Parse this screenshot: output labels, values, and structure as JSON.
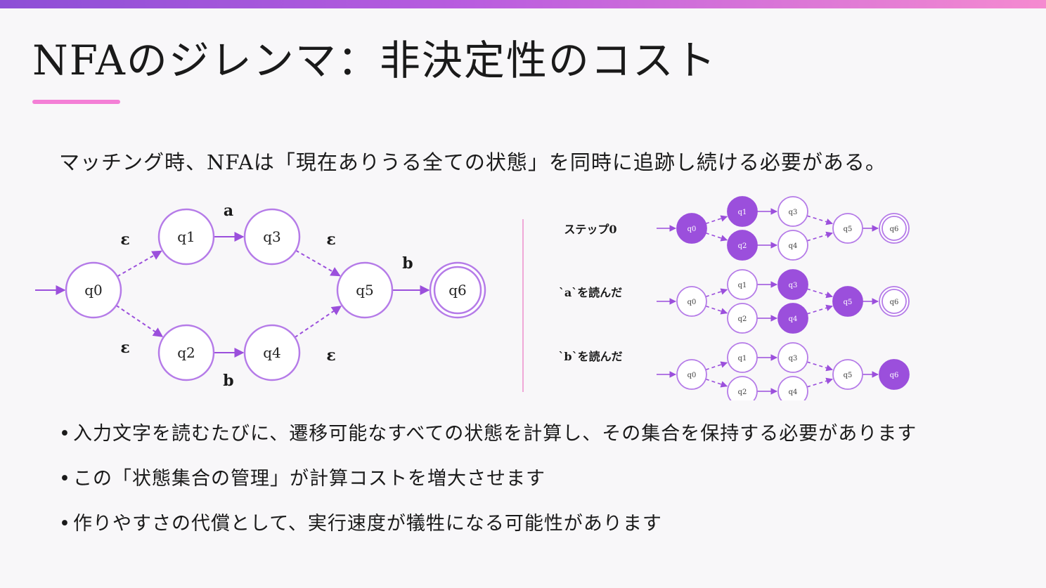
{
  "title": "NFAのジレンマ：非決定性のコスト",
  "lead": "マッチング時、NFAは「現在ありうる全ての状態」を同時に追跡し続ける必要がある。",
  "main_diagram": {
    "nodes": [
      "q0",
      "q1",
      "q2",
      "q3",
      "q4",
      "q5",
      "q6"
    ],
    "accepting": "q6",
    "edges": [
      {
        "from": "q0",
        "to": "q1",
        "label": "ε",
        "epsilon": true
      },
      {
        "from": "q0",
        "to": "q2",
        "label": "ε",
        "epsilon": true
      },
      {
        "from": "q1",
        "to": "q3",
        "label": "a",
        "epsilon": false
      },
      {
        "from": "q2",
        "to": "q4",
        "label": "b",
        "epsilon": false
      },
      {
        "from": "q3",
        "to": "q5",
        "label": "ε",
        "epsilon": true
      },
      {
        "from": "q4",
        "to": "q5",
        "label": "ε",
        "epsilon": true
      },
      {
        "from": "q5",
        "to": "q6",
        "label": "b",
        "epsilon": false
      }
    ]
  },
  "steps": [
    {
      "label": "ステップ0",
      "active": [
        "q0",
        "q1",
        "q2"
      ]
    },
    {
      "label": "`a`を読んだ",
      "active": [
        "q3",
        "q4",
        "q5"
      ]
    },
    {
      "label": "`b`を読んだ",
      "active": [
        "q6"
      ]
    }
  ],
  "colors": {
    "accent": "#9b4fdc",
    "accent_light": "#b57be8",
    "divider": "#f0a8d8",
    "pink": "#f47fd6"
  },
  "bullet_mark": "•",
  "bullets": [
    "入力文字を読むたびに、遷移可能なすべての状態を計算し、その集合を保持する必要があります",
    "この「状態集合の管理」が計算コストを増大させます",
    "作りやすさの代償として、実行速度が犠牲になる可能性があります"
  ]
}
